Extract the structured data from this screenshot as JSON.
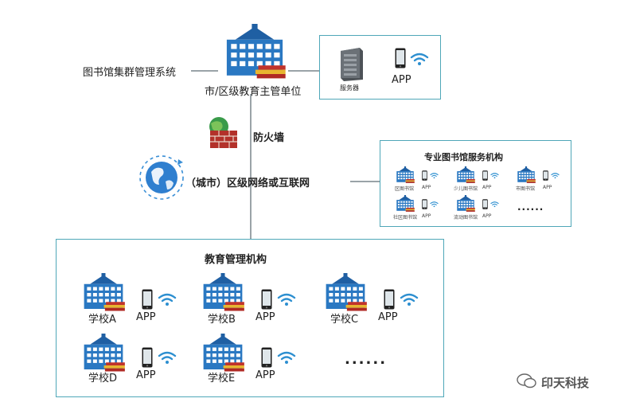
{
  "top": {
    "system_label": "图书馆集群管理系统",
    "authority_label": "市/区级教育主管单位",
    "server_label": "服务器",
    "app_label": "APP"
  },
  "firewall": {
    "label": "防火墙"
  },
  "network": {
    "label": "（城市）区级网络或互联网"
  },
  "service_org": {
    "title": "专业图书馆服务机构",
    "items": [
      {
        "name": "区图书馆",
        "app": "APP"
      },
      {
        "name": "少儿图书馆",
        "app": "APP"
      },
      {
        "name": "市图书馆",
        "app": "APP"
      },
      {
        "name": "社区图书馆",
        "app": "APP"
      },
      {
        "name": "流动图书馆",
        "app": "APP"
      }
    ],
    "ellipsis": "......"
  },
  "edu_org": {
    "title": "教育管理机构",
    "schools": [
      {
        "name": "学校A",
        "app": "APP"
      },
      {
        "name": "学校B",
        "app": "APP"
      },
      {
        "name": "学校C",
        "app": "APP"
      },
      {
        "name": "学校D",
        "app": "APP"
      },
      {
        "name": "学校E",
        "app": "APP"
      }
    ],
    "ellipsis": "......"
  },
  "watermark": {
    "text": "印天科技"
  },
  "colors": {
    "building": "#2a78c2",
    "roof": "#1f5fa3",
    "book_red": "#c0332b",
    "book_yellow": "#e8b530",
    "frame": "#4fa7b8",
    "connector": "#9aa3a8",
    "wifi": "#2d8fd0"
  }
}
